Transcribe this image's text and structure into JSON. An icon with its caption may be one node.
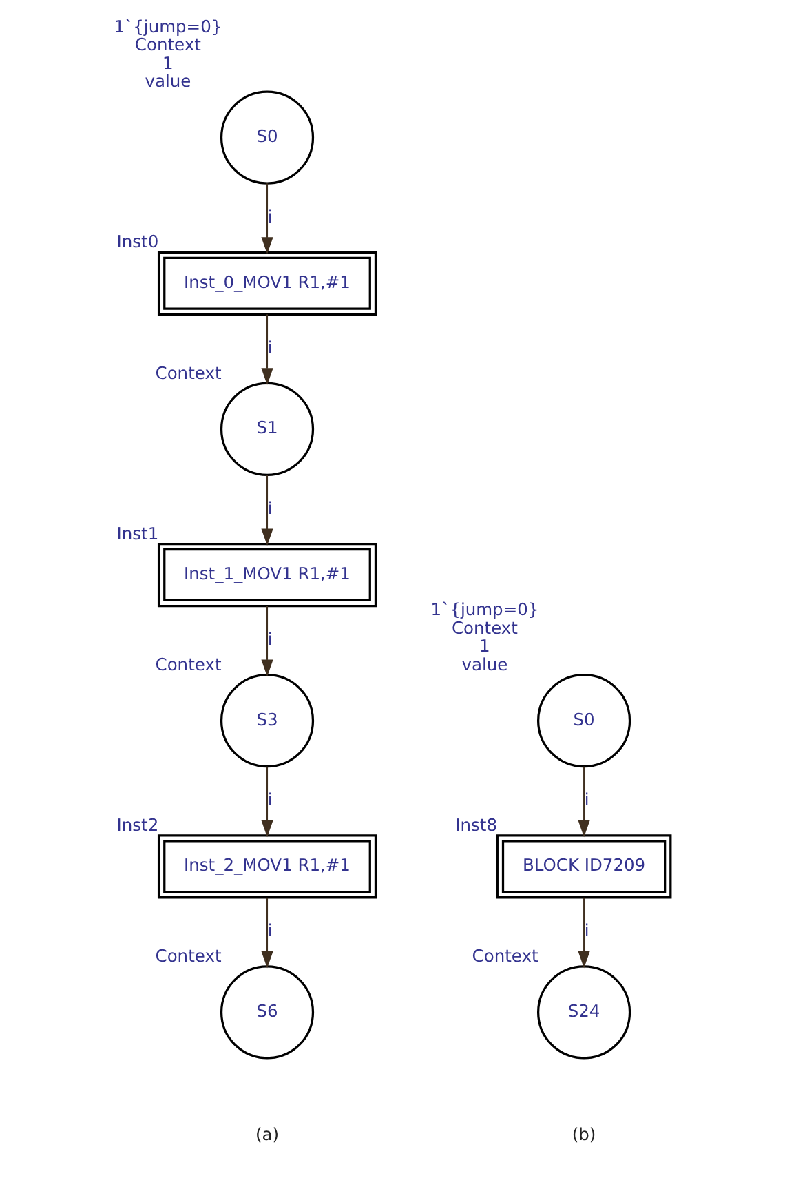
{
  "diagram": {
    "nodes": [
      {
        "text": [
          "S0"
        ],
        "beside": [
          "1`{jump=0}",
          "Context",
          "1",
          "value"
        ]
      },
      {
        "text": [
          "Inst_0_MOV1 R1,#1"
        ],
        "beside": [
          "Inst0"
        ]
      },
      {
        "text": [
          "S1"
        ],
        "beside": [
          "Context"
        ]
      },
      {
        "text": [
          "Inst_1_MOV1 R1,#1"
        ],
        "beside": [
          "Inst1"
        ]
      },
      {
        "text": [
          "S3"
        ],
        "beside": [
          "Context"
        ]
      },
      {
        "text": [
          "Inst_2_MOV1 R1,#1"
        ],
        "beside": [
          "Inst2"
        ]
      },
      {
        "text": [
          "S6"
        ],
        "beside": [
          "Context"
        ]
      },
      {
        "text": [
          "S0"
        ],
        "beside": [
          "1`{jump=0}",
          "Context",
          "1",
          "value"
        ]
      },
      {
        "text": [
          "BLOCK ID7209"
        ],
        "beside": [
          "Inst8"
        ]
      },
      {
        "text": [
          "S24"
        ],
        "beside": [
          "Context"
        ]
      }
    ],
    "edges": [
      {
        "from": 0,
        "to": 1,
        "arrow": "to",
        "label": "i"
      },
      {
        "from": 1,
        "to": 2,
        "arrow": "to",
        "label": "i"
      },
      {
        "from": 2,
        "to": 3,
        "arrow": "to",
        "label": "i"
      },
      {
        "from": 3,
        "to": 4,
        "arrow": "to",
        "label": "i"
      },
      {
        "from": 4,
        "to": 5,
        "arrow": "to",
        "label": "i"
      },
      {
        "from": 5,
        "to": 6,
        "arrow": "to",
        "label": "i"
      },
      {
        "from": 7,
        "to": 8,
        "arrow": "to",
        "label": "i"
      },
      {
        "from": 8,
        "to": 9,
        "arrow": "to",
        "label": "i"
      }
    ],
    "labels": [
      "(a)",
      "(b)"
    ]
  }
}
